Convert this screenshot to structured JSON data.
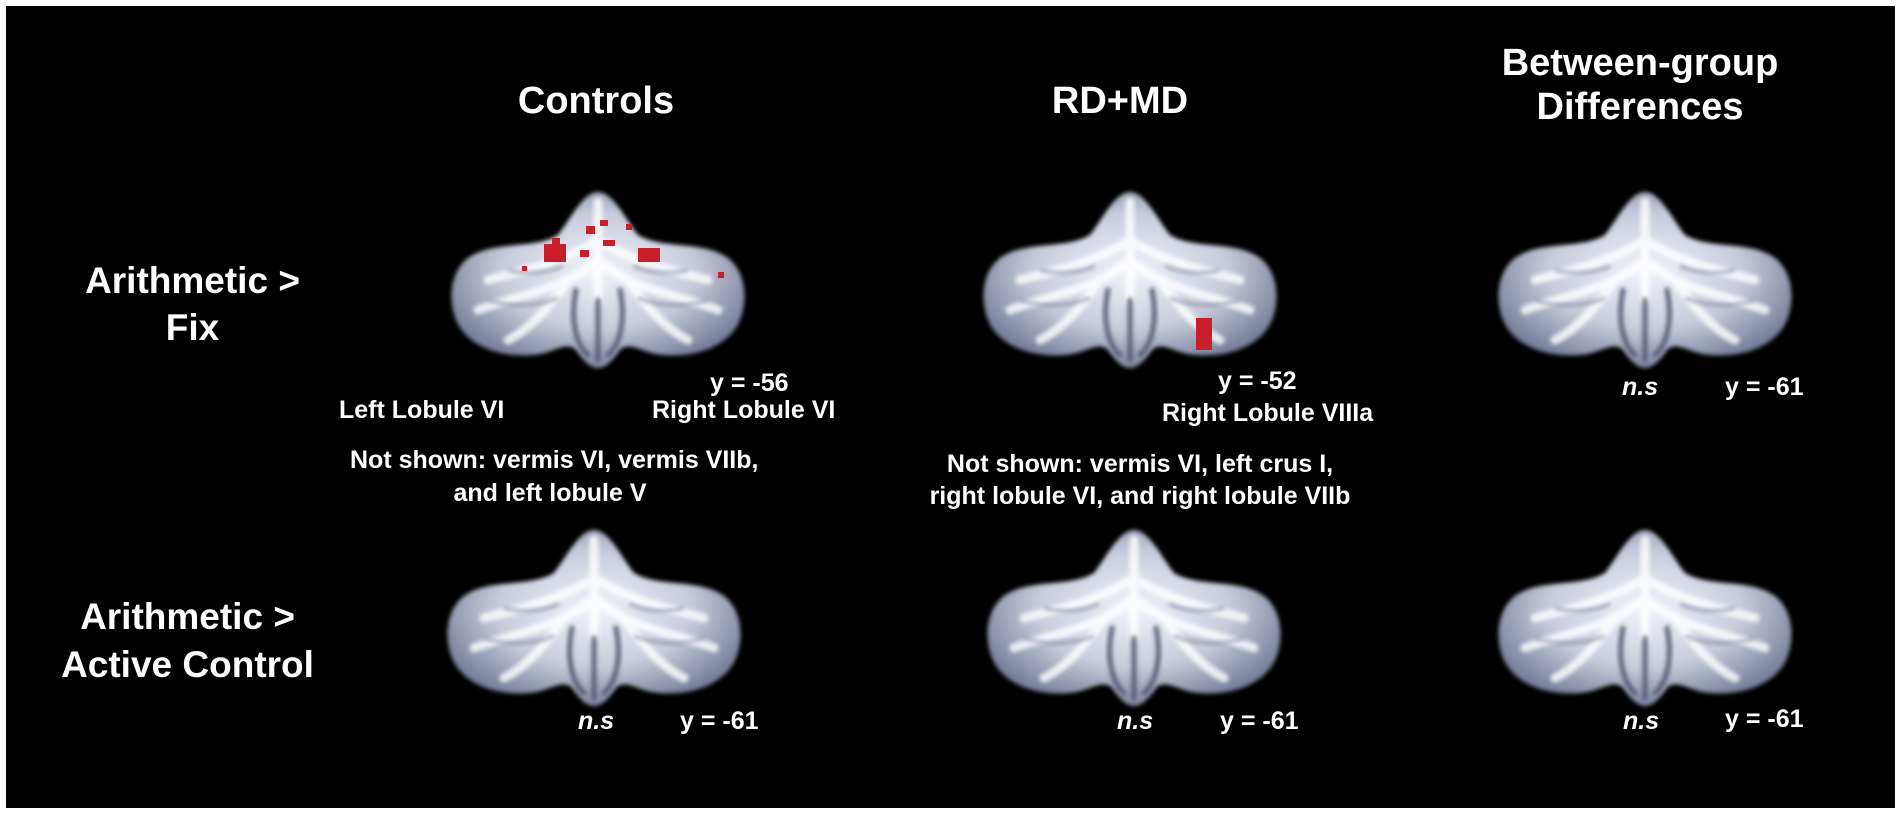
{
  "columns": {
    "controls": "Controls",
    "rdmd": "RD+MD",
    "between_line1": "Between-group",
    "between_line2": "Differences"
  },
  "rows": {
    "fix_line1": "Arithmetic >",
    "fix_line2": "Fix",
    "active_line1": "Arithmetic >",
    "active_line2": "Active Control"
  },
  "cells": {
    "controls_fix": {
      "slice": "y = -56",
      "left_label": "Left Lobule VI",
      "right_label": "Right Lobule VI",
      "note_line1": "Not shown: vermis VI, vermis VIIb,",
      "note_line2": "and left lobule V"
    },
    "rdmd_fix": {
      "slice": "y = -52",
      "label": "Right Lobule VIIIa",
      "note_line1": "Not shown: vermis VI, left crus I,",
      "note_line2": "right lobule VI, and right lobule VIIb"
    },
    "between_fix": {
      "ns": "n.s",
      "slice": "y = -61"
    },
    "controls_active": {
      "ns": "n.s",
      "slice": "y = -61"
    },
    "rdmd_active": {
      "ns": "n.s",
      "slice": "y = -61"
    },
    "between_active": {
      "ns": "n.s",
      "slice": "y = -61"
    }
  },
  "colors": {
    "background": "#000000",
    "activation": "#c8202a",
    "text": "#ffffff"
  }
}
